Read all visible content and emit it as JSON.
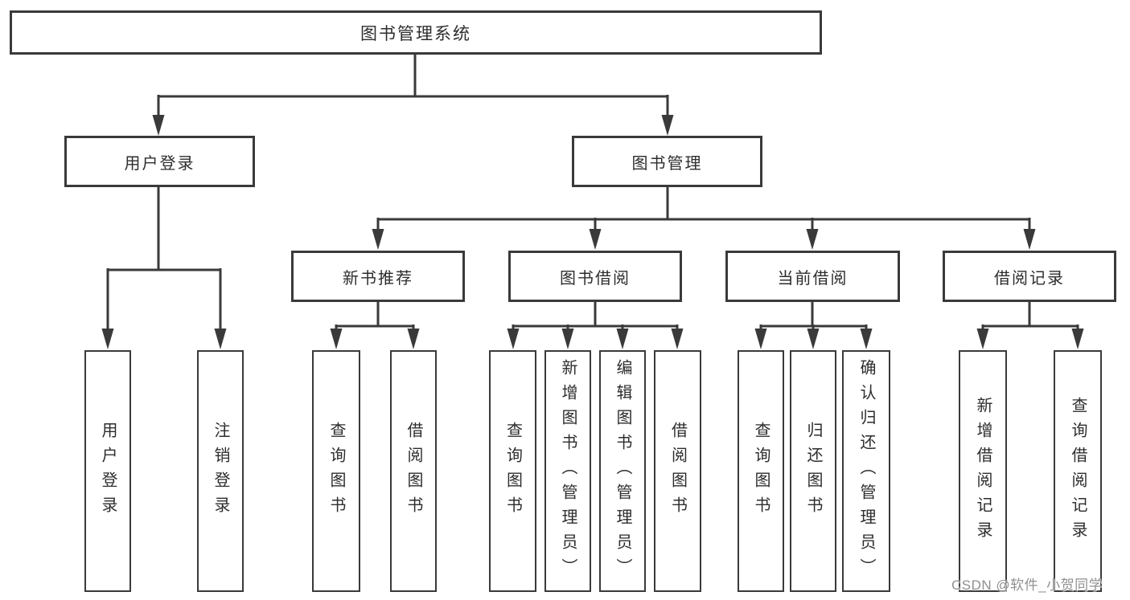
{
  "diagram_title": "图书管理系统",
  "watermark": "CSDN @软件_小贺同学",
  "colors": {
    "line_stroke": "#3a3a3a",
    "box_border": "#3a3a3a",
    "text": "#2d2d2d",
    "background": "#ffffff",
    "watermark_text": "#7d7d7d"
  },
  "root": {
    "label": "图书管理系统"
  },
  "branches": {
    "user_login": {
      "label": "用户登录",
      "children": [
        "用户登录",
        "注销登录"
      ]
    },
    "book_mgmt": {
      "label": "图书管理",
      "children": {
        "new_book_rec": {
          "label": "新书推荐",
          "children": [
            "查询图书",
            "借阅图书"
          ]
        },
        "book_borrow": {
          "label": "图书借阅",
          "children": [
            "查询图书",
            "新增图书（管理员）",
            "编辑图书（管理员）",
            "借阅图书"
          ]
        },
        "current_borrow": {
          "label": "当前借阅",
          "children": [
            "查询图书",
            "归还图书",
            "确认归还（管理员）"
          ]
        },
        "borrow_record": {
          "label": "借阅记录",
          "children": [
            "新增借阅记录",
            "查询借阅记录"
          ]
        }
      }
    }
  }
}
